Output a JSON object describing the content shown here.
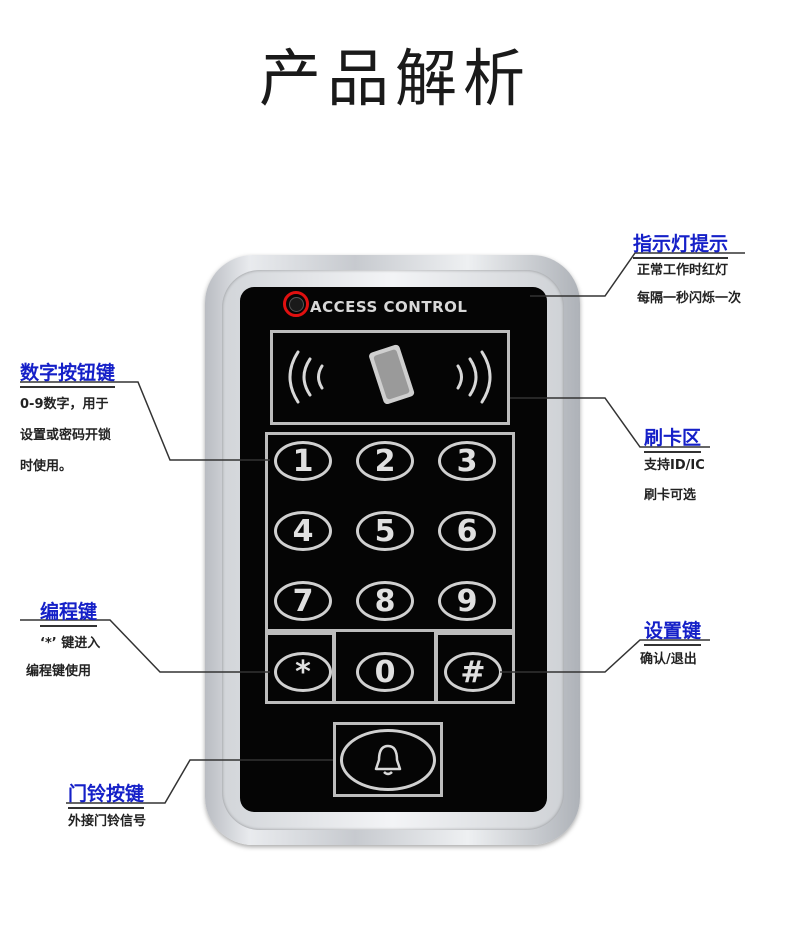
{
  "title": "产品解析",
  "device": {
    "brand": "ACCESS CONTROL",
    "keys": [
      "1",
      "2",
      "3",
      "4",
      "5",
      "6",
      "7",
      "8",
      "9",
      "*",
      "0",
      "#"
    ]
  },
  "annotations": {
    "indicator": {
      "title": "指示灯提示",
      "lines": [
        "正常工作时红灯",
        "每隔一秒闪烁一次"
      ]
    },
    "digit_keys": {
      "title": "数字按钮键",
      "lines": [
        "0-9数字，用于",
        "设置或密码开锁",
        "时使用。"
      ]
    },
    "card_area": {
      "title": "刷卡区",
      "lines": [
        "支持ID/IC",
        "刷卡可选"
      ]
    },
    "program_key": {
      "title": "编程键",
      "lines": [
        "‘*’ 键进入",
        "编程键使用"
      ]
    },
    "set_key": {
      "title": "设置键",
      "lines": [
        "确认/退出"
      ]
    },
    "bell_key": {
      "title": "门铃按键",
      "lines": [
        "外接门铃信号"
      ]
    }
  },
  "colors": {
    "annotation_title": "#1520c8",
    "led_ring": "#e01010",
    "panel": "#050505"
  },
  "icons": [
    "rfid-wave-icon",
    "card-icon",
    "bell-icon"
  ]
}
